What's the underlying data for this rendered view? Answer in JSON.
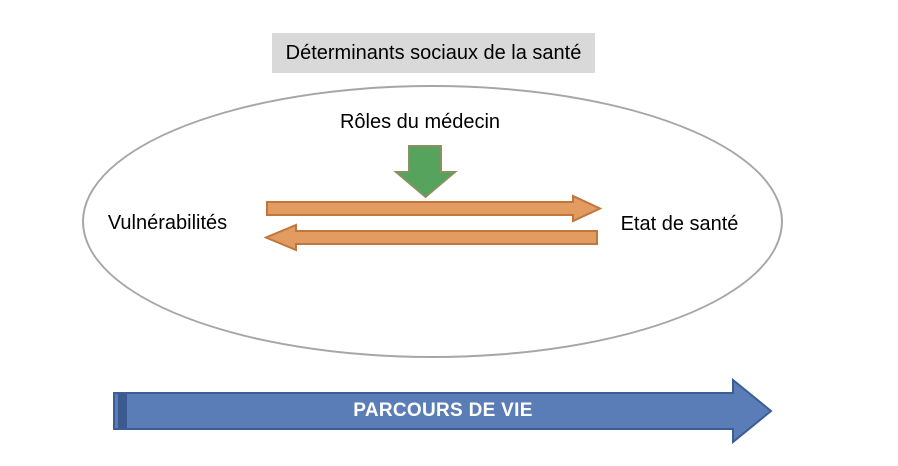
{
  "diagram": {
    "title": "Déterminants sociaux de la santé",
    "roles_label": "Rôles du médecin",
    "left_label": "Vulnérabilités",
    "right_label": "Etat de santé",
    "timeline_label": "PARCOURS DE VIE"
  },
  "icons": {
    "medecin_arrow": "green-down-arrow-icon",
    "vuln_to_sante_arrow": "orange-right-arrow-icon",
    "sante_to_vuln_arrow": "orange-left-arrow-icon",
    "parcours_arrow": "blue-right-arrow-icon"
  },
  "colors": {
    "title-bg": "#d9d9d9",
    "ellipse-stroke": "#a6a6a6",
    "green-fill": "#55a35c",
    "green-stroke": "#879263",
    "orange-fill": "#e29c61",
    "orange-stroke": "#c0763c",
    "blue-fill": "#5b7db7",
    "blue-stroke": "#3d5d95",
    "blue-dark": "#3c5a8f",
    "text": "#000000",
    "timeline-text": "#ffffff"
  }
}
